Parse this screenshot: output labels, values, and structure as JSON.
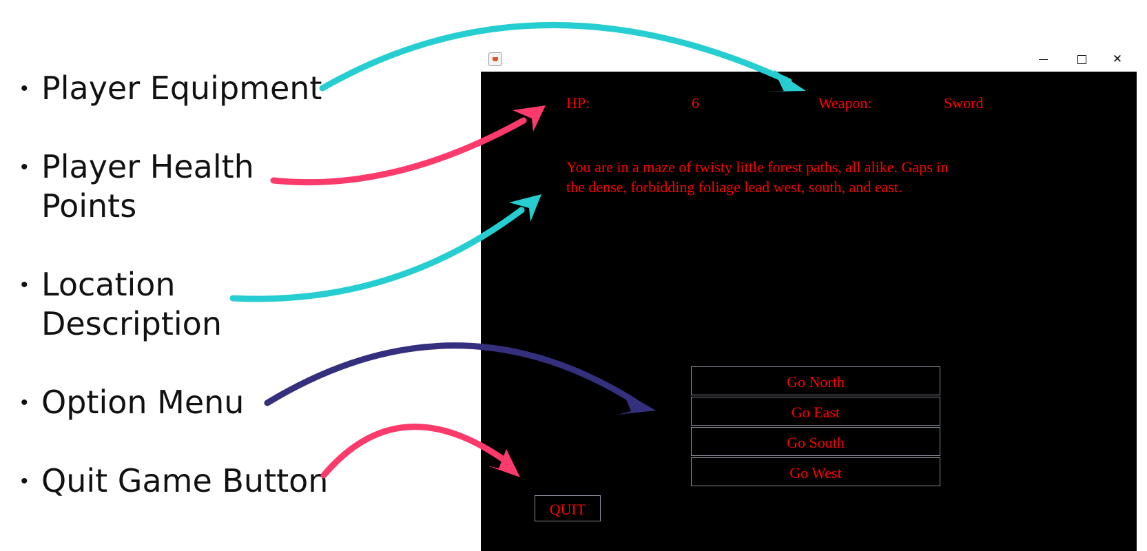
{
  "bullets": [
    {
      "text": "Player Equipment"
    },
    {
      "text": "Player Health\nPoints"
    },
    {
      "text": "Location\nDescription"
    },
    {
      "text": "Option Menu"
    },
    {
      "text": "Quit Game Button"
    }
  ],
  "bullet_glyph": "•",
  "arrow_colors": {
    "teal": "#26ced1",
    "pink": "#fc3a6b",
    "navy": "#34307e"
  },
  "window": {
    "controls": {
      "minimize": "minimize-icon",
      "maximize": "maximize-icon",
      "close": "✕"
    }
  },
  "game": {
    "hp_label": "HP:",
    "hp_value": "6",
    "weapon_label": "Weapon:",
    "weapon_value": "Sword",
    "description": "You are in a maze of twisty little forest paths, all alike. Gaps in the dense, forbidding foliage lead west, south, and east.",
    "menu": [
      "Go North",
      "Go East",
      "Go South",
      "Go West"
    ],
    "quit_label": "QUIT",
    "text_color": "#ff0000",
    "background_color": "#000000"
  }
}
